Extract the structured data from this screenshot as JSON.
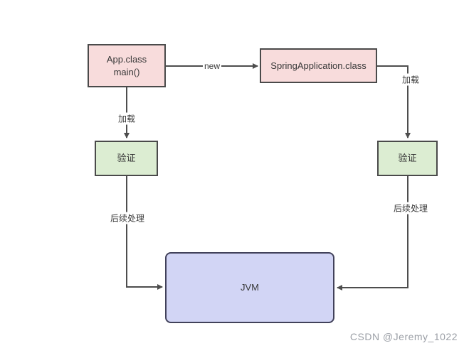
{
  "nodes": {
    "app_class": {
      "label": "App.class\nmain()",
      "fill": "#f8dcdc"
    },
    "spring_application": {
      "label": "SpringApplication.class",
      "fill": "#f8dcdc"
    },
    "verify_left": {
      "label": "验证",
      "fill": "#dcedd2"
    },
    "verify_right": {
      "label": "验证",
      "fill": "#dcedd2"
    },
    "jvm": {
      "label": "JVM",
      "fill": "#d2d5f5"
    }
  },
  "edge_labels": {
    "new": "new",
    "load_left": "加载",
    "load_right": "加载",
    "post_left": "后续处理",
    "post_right": "后续处理"
  },
  "colors": {
    "node_border": "#4a4a4a",
    "connector": "#4d4d4d",
    "node_text": "#383838",
    "watermark_text": "#9b9fa6",
    "background": "#ffffff"
  },
  "watermark": "CSDN @Jeremy_1022"
}
